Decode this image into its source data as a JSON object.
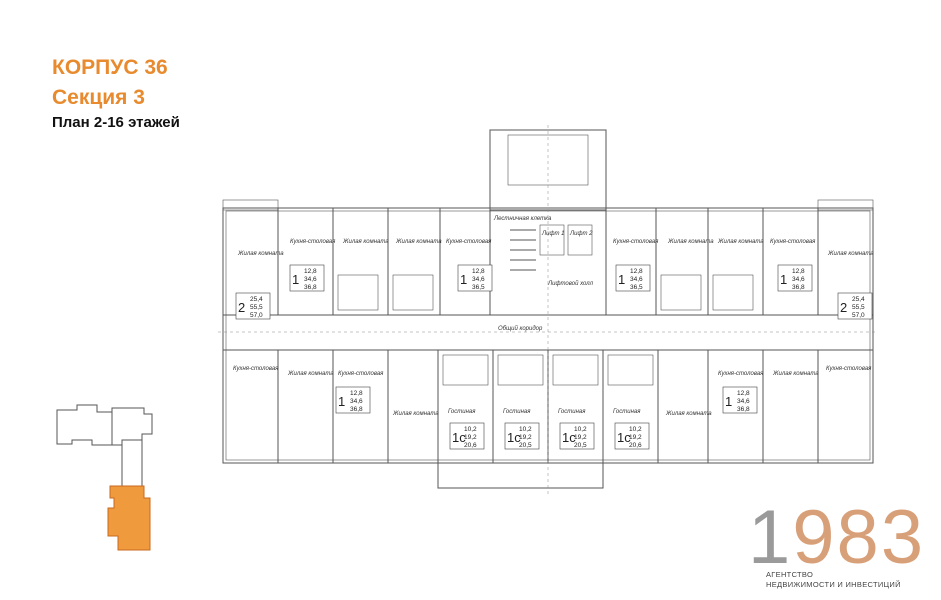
{
  "header": {
    "building": "КОРПУС 36",
    "section": "Секция 3",
    "plan": "План 2-16 этажей"
  },
  "plan": {
    "center_labels": [
      "Лестничная клетка",
      "Лифт 1",
      "Лифт 2",
      "Общий коридор",
      "Лифтовой холл"
    ],
    "rooms_top": [
      "Жилая комната",
      "Кухня-столовая",
      "Жилая комната",
      "Жилая комната",
      "Кухня-столовая"
    ],
    "apartments": [
      {
        "rooms": "2",
        "areas": [
          "25,4",
          "55,5",
          "57,0"
        ]
      },
      {
        "rooms": "1",
        "areas": [
          "12,8",
          "34,6",
          "36,8"
        ]
      },
      {
        "rooms": "1",
        "areas": [
          "12,8",
          "34,6",
          "36,5"
        ]
      },
      {
        "rooms": "1",
        "areas": [
          "12,8",
          "34,6",
          "36,5"
        ]
      },
      {
        "rooms": "1",
        "areas": [
          "12,8",
          "34,6",
          "36,8"
        ]
      },
      {
        "rooms": "2",
        "areas": [
          "25,4",
          "55,5",
          "57,0"
        ]
      },
      {
        "rooms": "1",
        "areas": [
          "12,8",
          "34,6",
          "36,8"
        ]
      },
      {
        "rooms": "1c",
        "areas": [
          "10,2",
          "19,2",
          "20,6"
        ]
      },
      {
        "rooms": "1c",
        "areas": [
          "10,2",
          "19,2",
          "20,5"
        ]
      },
      {
        "rooms": "1c",
        "areas": [
          "10,2",
          "19,2",
          "20,5"
        ]
      },
      {
        "rooms": "1c",
        "areas": [
          "10,2",
          "19,2",
          "20,6"
        ]
      },
      {
        "rooms": "1",
        "areas": [
          "12,8",
          "34,6",
          "36,8"
        ]
      }
    ],
    "room_living": "Жилая комната",
    "room_kitchen": "Кухня-столовая",
    "room_guest": "Гостиная"
  },
  "logo": {
    "number_a": "1",
    "number_b": "983",
    "line1": "АГЕНТСТВО",
    "line2": "НЕДВИЖИМОСТИ И ИНВЕСТИЦИЙ"
  },
  "colors": {
    "accent": "#e88a2e",
    "keyplan_highlight": "#f09a3e",
    "line": "#555555"
  }
}
